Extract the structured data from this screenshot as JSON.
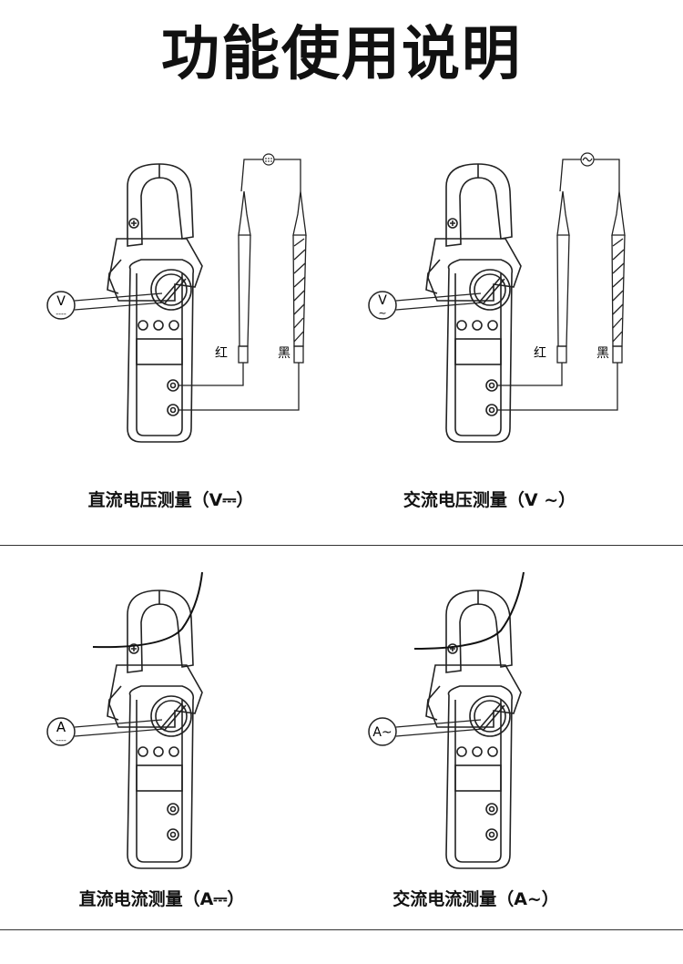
{
  "title": "功能使用说明",
  "panels": [
    {
      "caption": "直流电压测量（V⎓）",
      "badge_main": "V",
      "badge_sub": "----",
      "red_label": "红",
      "black_label": "黑",
      "source_symbol": "⊖"
    },
    {
      "caption": "交流电压测量（V ~）",
      "badge_main": "V",
      "badge_sub": "~",
      "red_label": "红",
      "black_label": "黑",
      "source_symbol": "~"
    },
    {
      "caption": "直流电流测量（A⎓）",
      "badge_main": "A",
      "badge_sub": "----"
    },
    {
      "caption": "交流电流测量（A~）",
      "badge_main": "A~",
      "badge_sub": ""
    }
  ],
  "icons": [
    "clamp-meter-icon",
    "test-lead-icon",
    "dc-source-icon",
    "ac-source-icon",
    "wire-icon"
  ]
}
